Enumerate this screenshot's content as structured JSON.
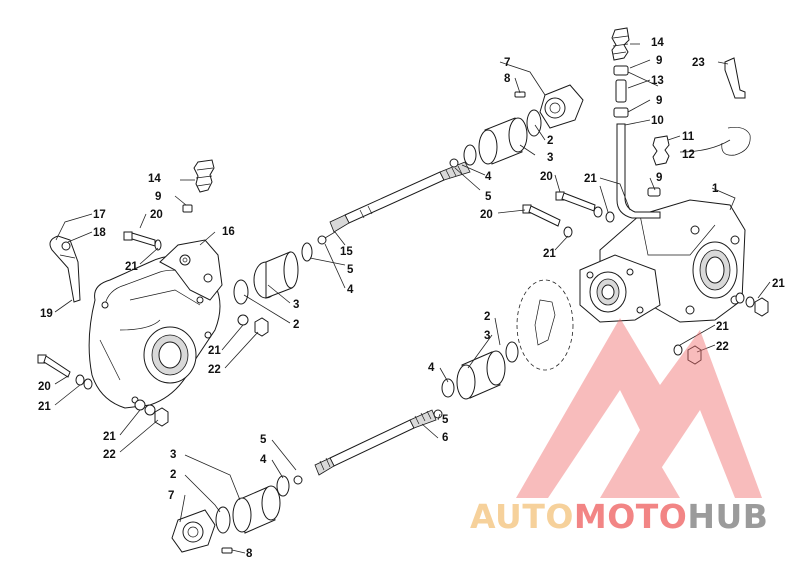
{
  "diagram": {
    "callouts": [
      {
        "id": "c1",
        "text": "1"
      },
      {
        "id": "c2a",
        "text": "2"
      },
      {
        "id": "c2b",
        "text": "2"
      },
      {
        "id": "c2c",
        "text": "2"
      },
      {
        "id": "c2d",
        "text": "2"
      },
      {
        "id": "c3a",
        "text": "3"
      },
      {
        "id": "c3b",
        "text": "3"
      },
      {
        "id": "c3c",
        "text": "3"
      },
      {
        "id": "c3d",
        "text": "3"
      },
      {
        "id": "c4a",
        "text": "4"
      },
      {
        "id": "c4b",
        "text": "4"
      },
      {
        "id": "c4c",
        "text": "4"
      },
      {
        "id": "c4d",
        "text": "4"
      },
      {
        "id": "c5a",
        "text": "5"
      },
      {
        "id": "c5b",
        "text": "5"
      },
      {
        "id": "c5c",
        "text": "5"
      },
      {
        "id": "c5d",
        "text": "5"
      },
      {
        "id": "c6",
        "text": "6"
      },
      {
        "id": "c7a",
        "text": "7"
      },
      {
        "id": "c7b",
        "text": "7"
      },
      {
        "id": "c8a",
        "text": "8"
      },
      {
        "id": "c8b",
        "text": "8"
      },
      {
        "id": "c9a",
        "text": "9"
      },
      {
        "id": "c9b",
        "text": "9"
      },
      {
        "id": "c9c",
        "text": "9"
      },
      {
        "id": "c9d",
        "text": "9"
      },
      {
        "id": "c10",
        "text": "10"
      },
      {
        "id": "c11",
        "text": "11"
      },
      {
        "id": "c12",
        "text": "12"
      },
      {
        "id": "c13",
        "text": "13"
      },
      {
        "id": "c14a",
        "text": "14"
      },
      {
        "id": "c14b",
        "text": "14"
      },
      {
        "id": "c15",
        "text": "15"
      },
      {
        "id": "c16",
        "text": "16"
      },
      {
        "id": "c17",
        "text": "17"
      },
      {
        "id": "c18",
        "text": "18"
      },
      {
        "id": "c19",
        "text": "19"
      },
      {
        "id": "c20a",
        "text": "20"
      },
      {
        "id": "c20b",
        "text": "20"
      },
      {
        "id": "c20c",
        "text": "20"
      },
      {
        "id": "c20d",
        "text": "20"
      },
      {
        "id": "c21a",
        "text": "21"
      },
      {
        "id": "c21b",
        "text": "21"
      },
      {
        "id": "c21c",
        "text": "21"
      },
      {
        "id": "c21d",
        "text": "21"
      },
      {
        "id": "c21e",
        "text": "21"
      },
      {
        "id": "c21f",
        "text": "21"
      },
      {
        "id": "c21g",
        "text": "21"
      },
      {
        "id": "c21h",
        "text": "21"
      },
      {
        "id": "c22a",
        "text": "22"
      },
      {
        "id": "c22b",
        "text": "22"
      },
      {
        "id": "c22c",
        "text": "22"
      },
      {
        "id": "c23",
        "text": "23"
      }
    ]
  },
  "watermark": {
    "part1": "AUTO",
    "part2": "MOTO",
    "part3": "HUB",
    "color_light": "#f5c98a",
    "color_red": "#f07070",
    "color_gray": "#8a8a8a"
  }
}
